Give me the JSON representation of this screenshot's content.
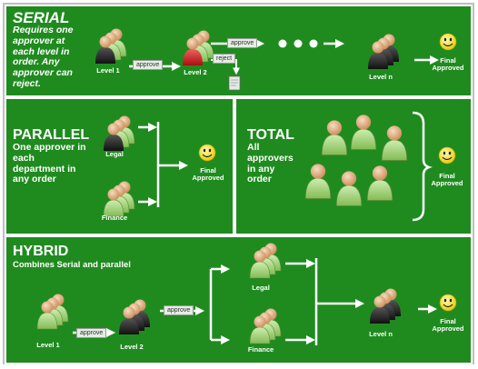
{
  "serial": {
    "title": "SERIAL",
    "description": "Requires one\napprover at\neach level in\norder. Any\napprover can\nreject.",
    "level1": "Level 1",
    "level2": "Level 2",
    "leveln": "Level n",
    "approve1": "approve",
    "approve2": "approve",
    "reject": "reject",
    "final": "Final\nApproved"
  },
  "parallel": {
    "title": "PARALLEL",
    "description": "One approver in\neach\ndepartment in\nany order",
    "legal": "Legal",
    "finance": "Finance",
    "final": "Final\nApproved"
  },
  "total": {
    "title": "TOTAL",
    "description": "All\napprovers\nin any\norder",
    "final": "Final\nApproved"
  },
  "hybrid": {
    "title": "HYBRID",
    "description": "Combines Serial and parallel",
    "level1": "Level 1",
    "level2": "Level 2",
    "leveln": "Level n",
    "approve1": "approve",
    "approve2": "approve",
    "legal": "Legal",
    "finance": "Finance",
    "final": "Final\nApproved"
  },
  "colors": {
    "panel_green": "#1f8b1f",
    "person_light_green": "#a6d67a",
    "person_dark": "#2a2a2a",
    "person_red": "#d42020",
    "head_skin": "#e9b98a",
    "smiley": "#f4e21a"
  }
}
